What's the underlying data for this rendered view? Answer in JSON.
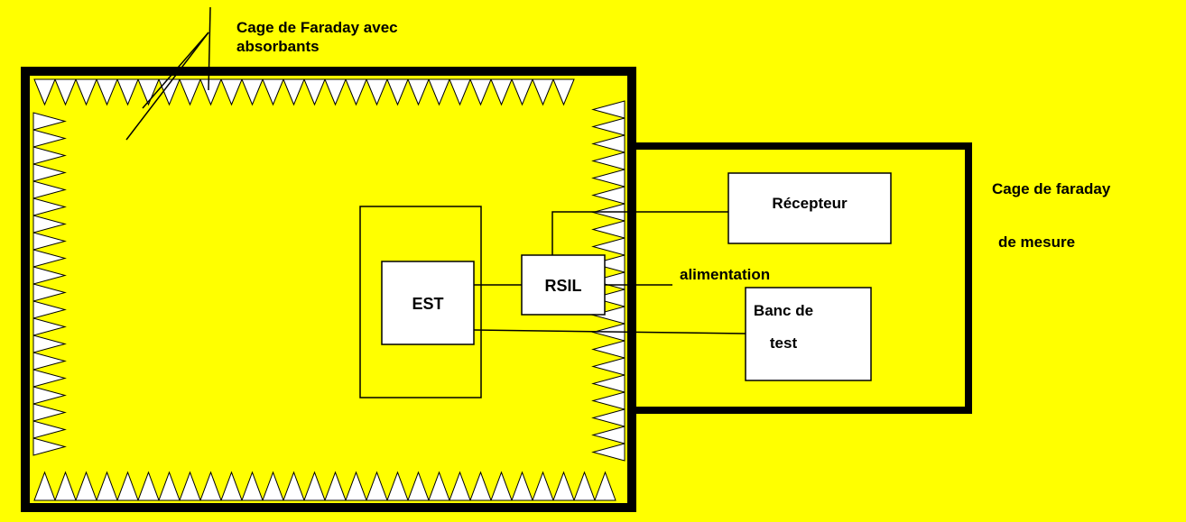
{
  "colors": {
    "background": "#ffff00",
    "stroke": "#000000",
    "absorber_fill": "#ffffff"
  },
  "labels": {
    "anechoic_title_line1": "Cage de Faraday avec",
    "anechoic_title_line2": "absorbants",
    "measure_cage_line1": "Cage de faraday",
    "measure_cage_line2": "de mesure",
    "est": "EST",
    "rsil": "RSIL",
    "alimentation": "alimentation",
    "recepteur": "Récepteur",
    "banc_line1": "Banc de",
    "banc_line2": "test"
  },
  "icons": {
    "absorber": "triangle-absorber-icon"
  }
}
